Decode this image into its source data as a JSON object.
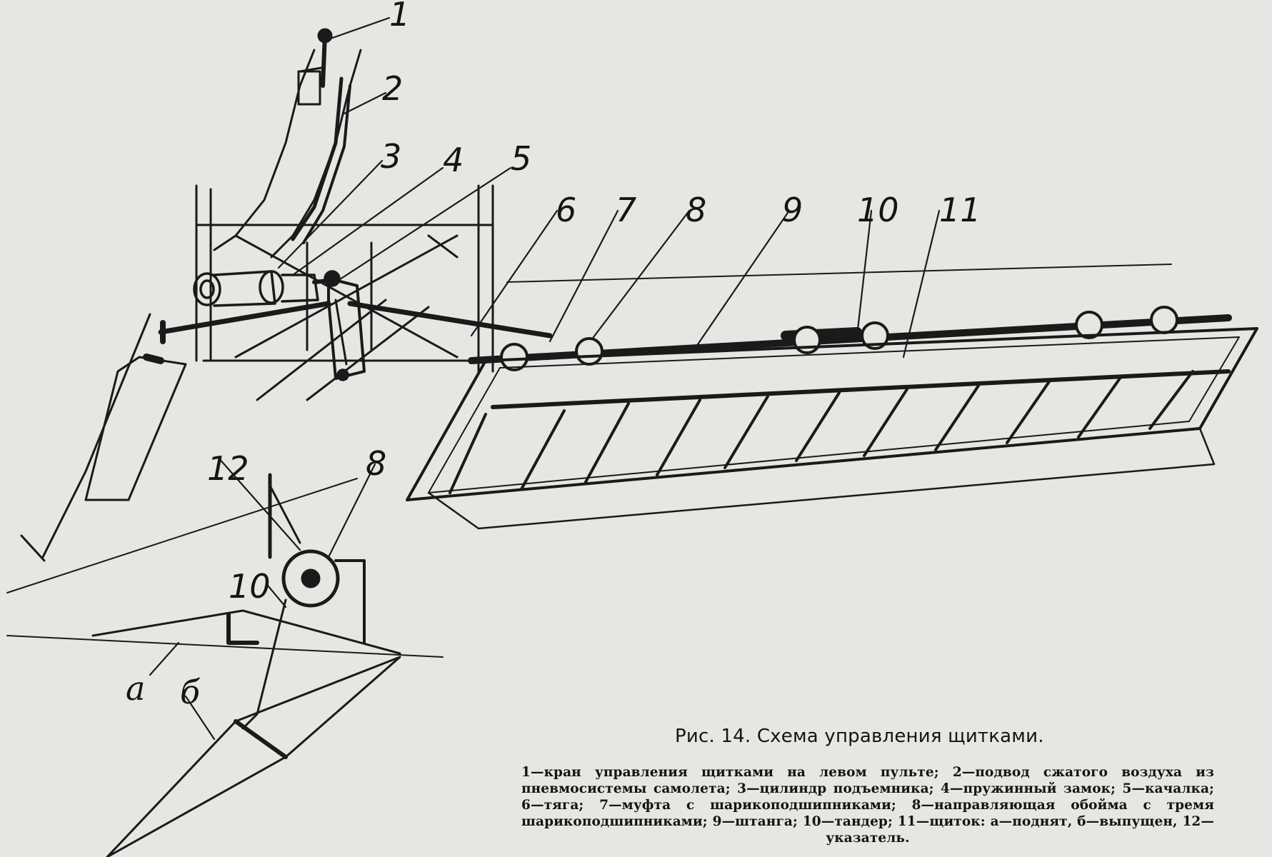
{
  "caption": {
    "title": "Рис. 14. Схема управления щитками.",
    "legend": "1—кран управления щитками на левом пульте; 2—подвод сжатого воздуха из пневмосистемы самолета; 3—цилиндр подъемника; 4—пружинный замок; 5—качалка; 6—тяга; 7—муфта с шарикоподшипниками; 8—направляющая обойма с тремя шарикоподшипниками; 9—штанга; 10—тандер; 11—щиток: а—поднят, б—выпущен, 12—указатель."
  },
  "callouts": {
    "n1": "1",
    "n2": "2",
    "n3": "3",
    "n4": "4",
    "n5": "5",
    "n6": "6",
    "n7": "7",
    "n8": "8",
    "n9": "9",
    "n10": "10",
    "n11": "11",
    "n12": "12",
    "n8b": "8",
    "n10b": "10",
    "a": "а",
    "b": "б"
  }
}
